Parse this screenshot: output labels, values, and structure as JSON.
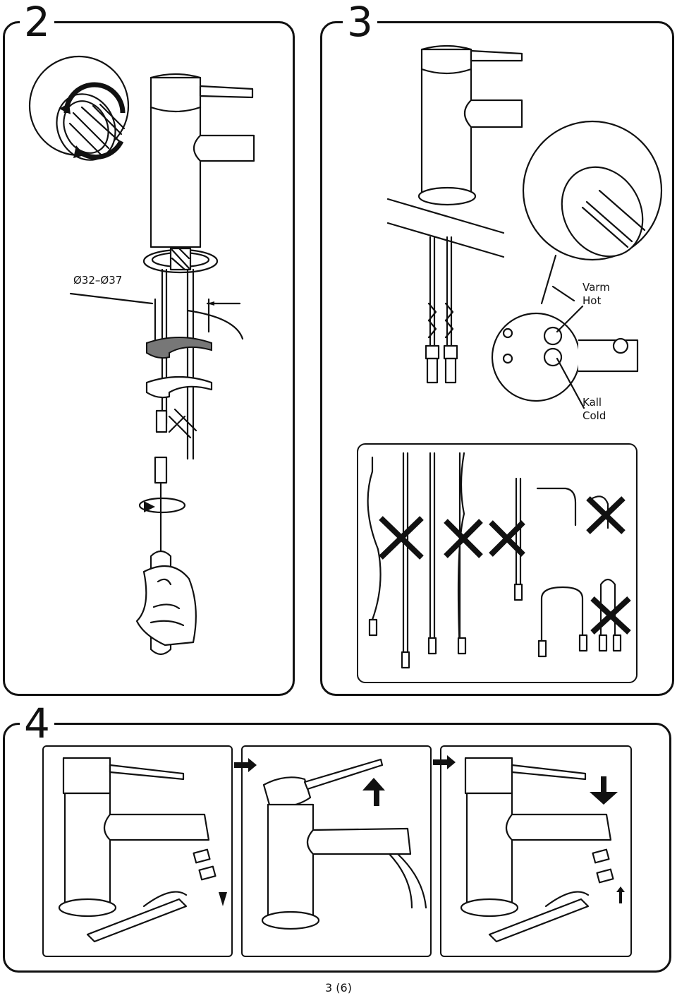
{
  "steps": [
    {
      "number": "2"
    },
    {
      "number": "3"
    },
    {
      "number": "4"
    }
  ],
  "step2": {
    "diameter_label": "Ø32–Ø37"
  },
  "step3": {
    "hot_label_sv": "Varm",
    "hot_label_en": "Hot",
    "cold_label_sv": "Kall",
    "cold_label_en": "Cold"
  },
  "footer": {
    "page": "3 (6)"
  },
  "icons": [
    "rotate-arrow-icon",
    "reject-x-icon",
    "step-arrow-icon",
    "up-arrow-icon",
    "down-arrow-icon"
  ]
}
